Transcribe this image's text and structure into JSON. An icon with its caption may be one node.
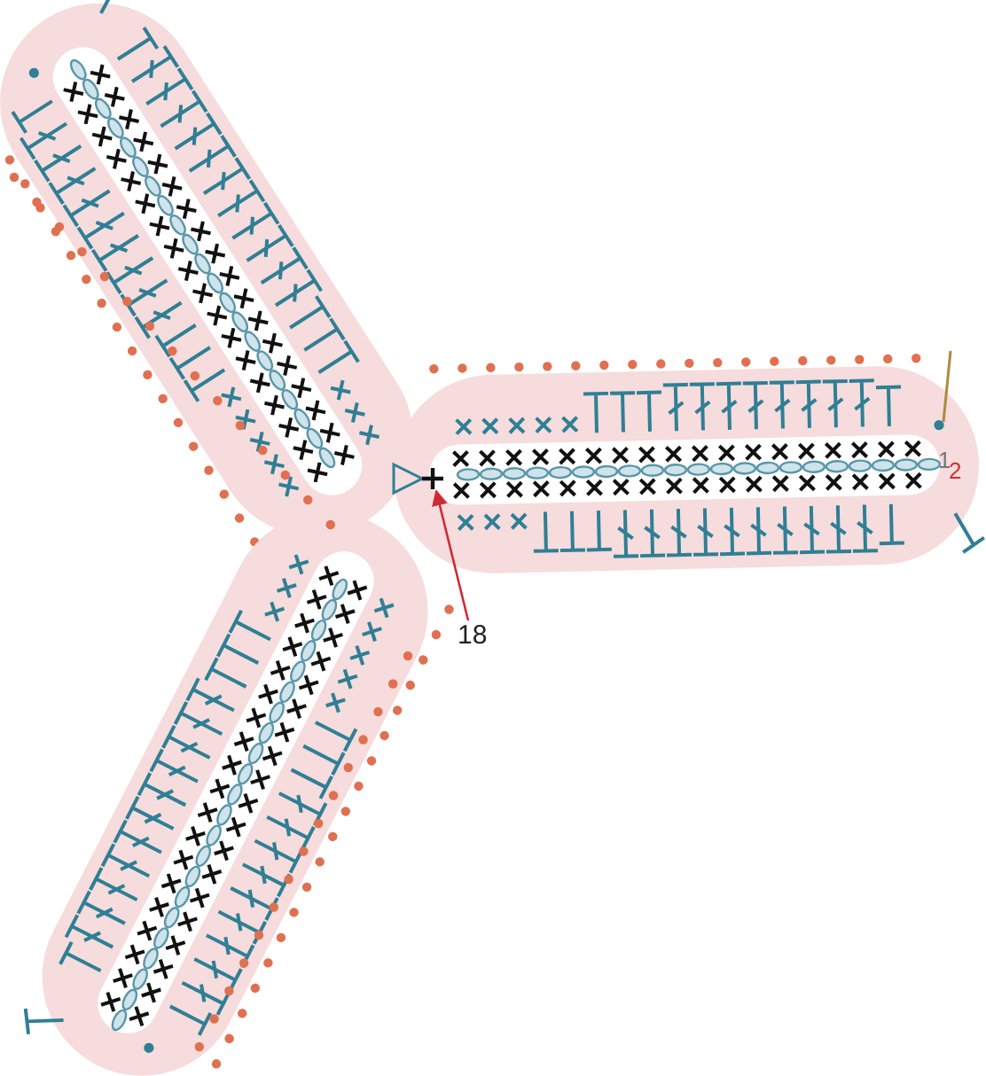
{
  "diagram": {
    "nodes": [
      {
        "text": [
          "18"
        ]
      },
      {
        "text": [],
        "shape": "cross"
      }
    ],
    "edges": [
      {
        "from": 0,
        "to": 1,
        "arrow": "to",
        "color": "#d02a35"
      }
    ],
    "labels": [
      "2",
      "1"
    ]
  }
}
